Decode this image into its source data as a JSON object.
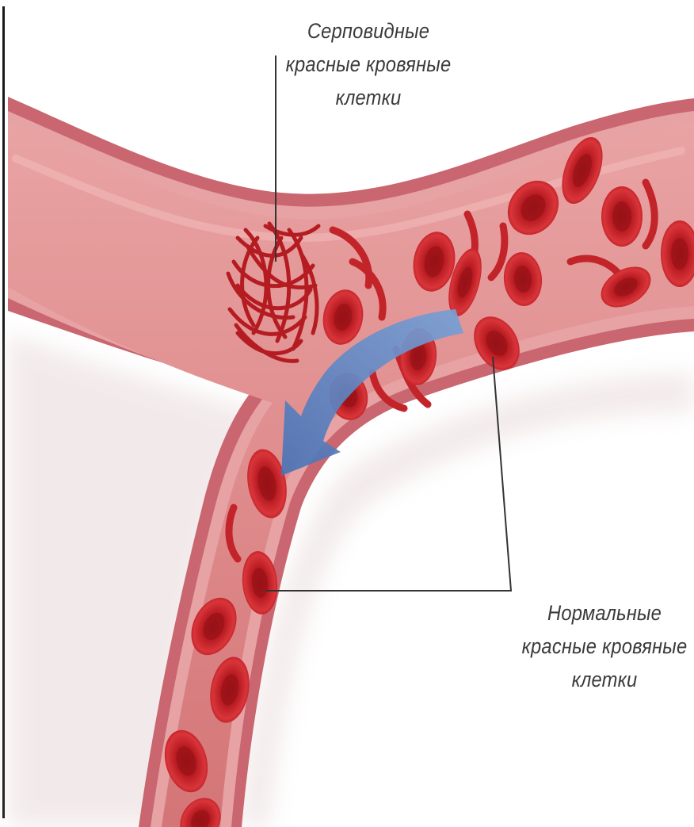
{
  "sickle_label": {
    "line1": "Серповидные",
    "line2": "красные кровяные",
    "line3": "клетки"
  },
  "normal_label": {
    "line1": "Нормальные",
    "line2": "красные кровяные",
    "line3": "клетки"
  },
  "colors": {
    "vessel_wall": "#c96a72",
    "vessel_inner": "#e39a9a",
    "vessel_lumen": "#dd8486",
    "cell_outer": "#c8262c",
    "cell_inner": "#a11418",
    "arrow": "#5d86c4",
    "leader_line": "#333333",
    "label_text": "#3a3a3a"
  }
}
